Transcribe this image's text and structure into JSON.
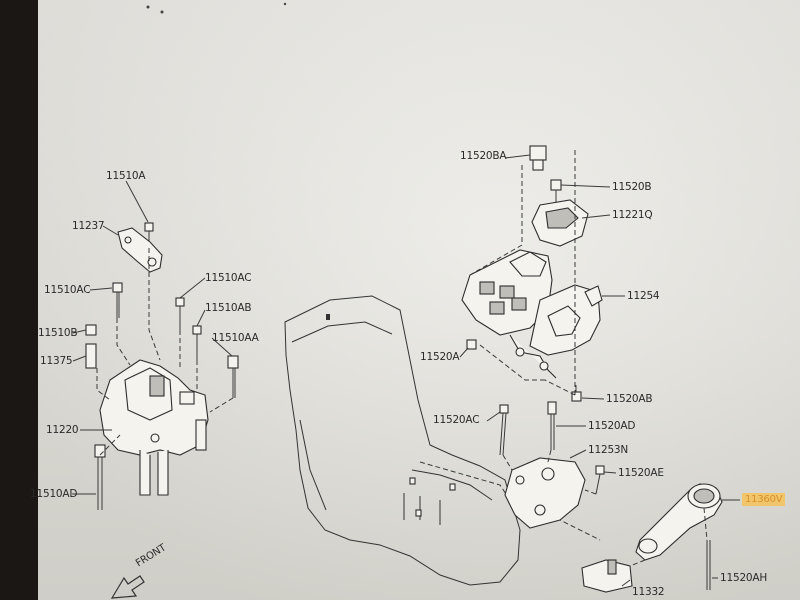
{
  "labels": {
    "l11510A": "11510A",
    "l11237": "11237",
    "l11510AC_left": "11510AC",
    "l11510AC_right": "11510AC",
    "l11510AB": "11510AB",
    "l11510AA": "11510AA",
    "l11510B": "11510B",
    "l11375": "11375",
    "l11220": "11220",
    "l11510AD": "11510AD",
    "l11520BA": "11520BA",
    "l11520B": "11520B",
    "l11221Q": "11221Q",
    "l11254": "11254",
    "l11520A": "11520A",
    "l11520AB": "11520AB",
    "l11520AC": "11520AC",
    "l11520AD": "11520AD",
    "l11253N": "11253N",
    "l11520AE": "11520AE",
    "l11360V": "11360V",
    "l11332": "11332",
    "l11520AH": "11520AH",
    "front": "FRONT"
  }
}
